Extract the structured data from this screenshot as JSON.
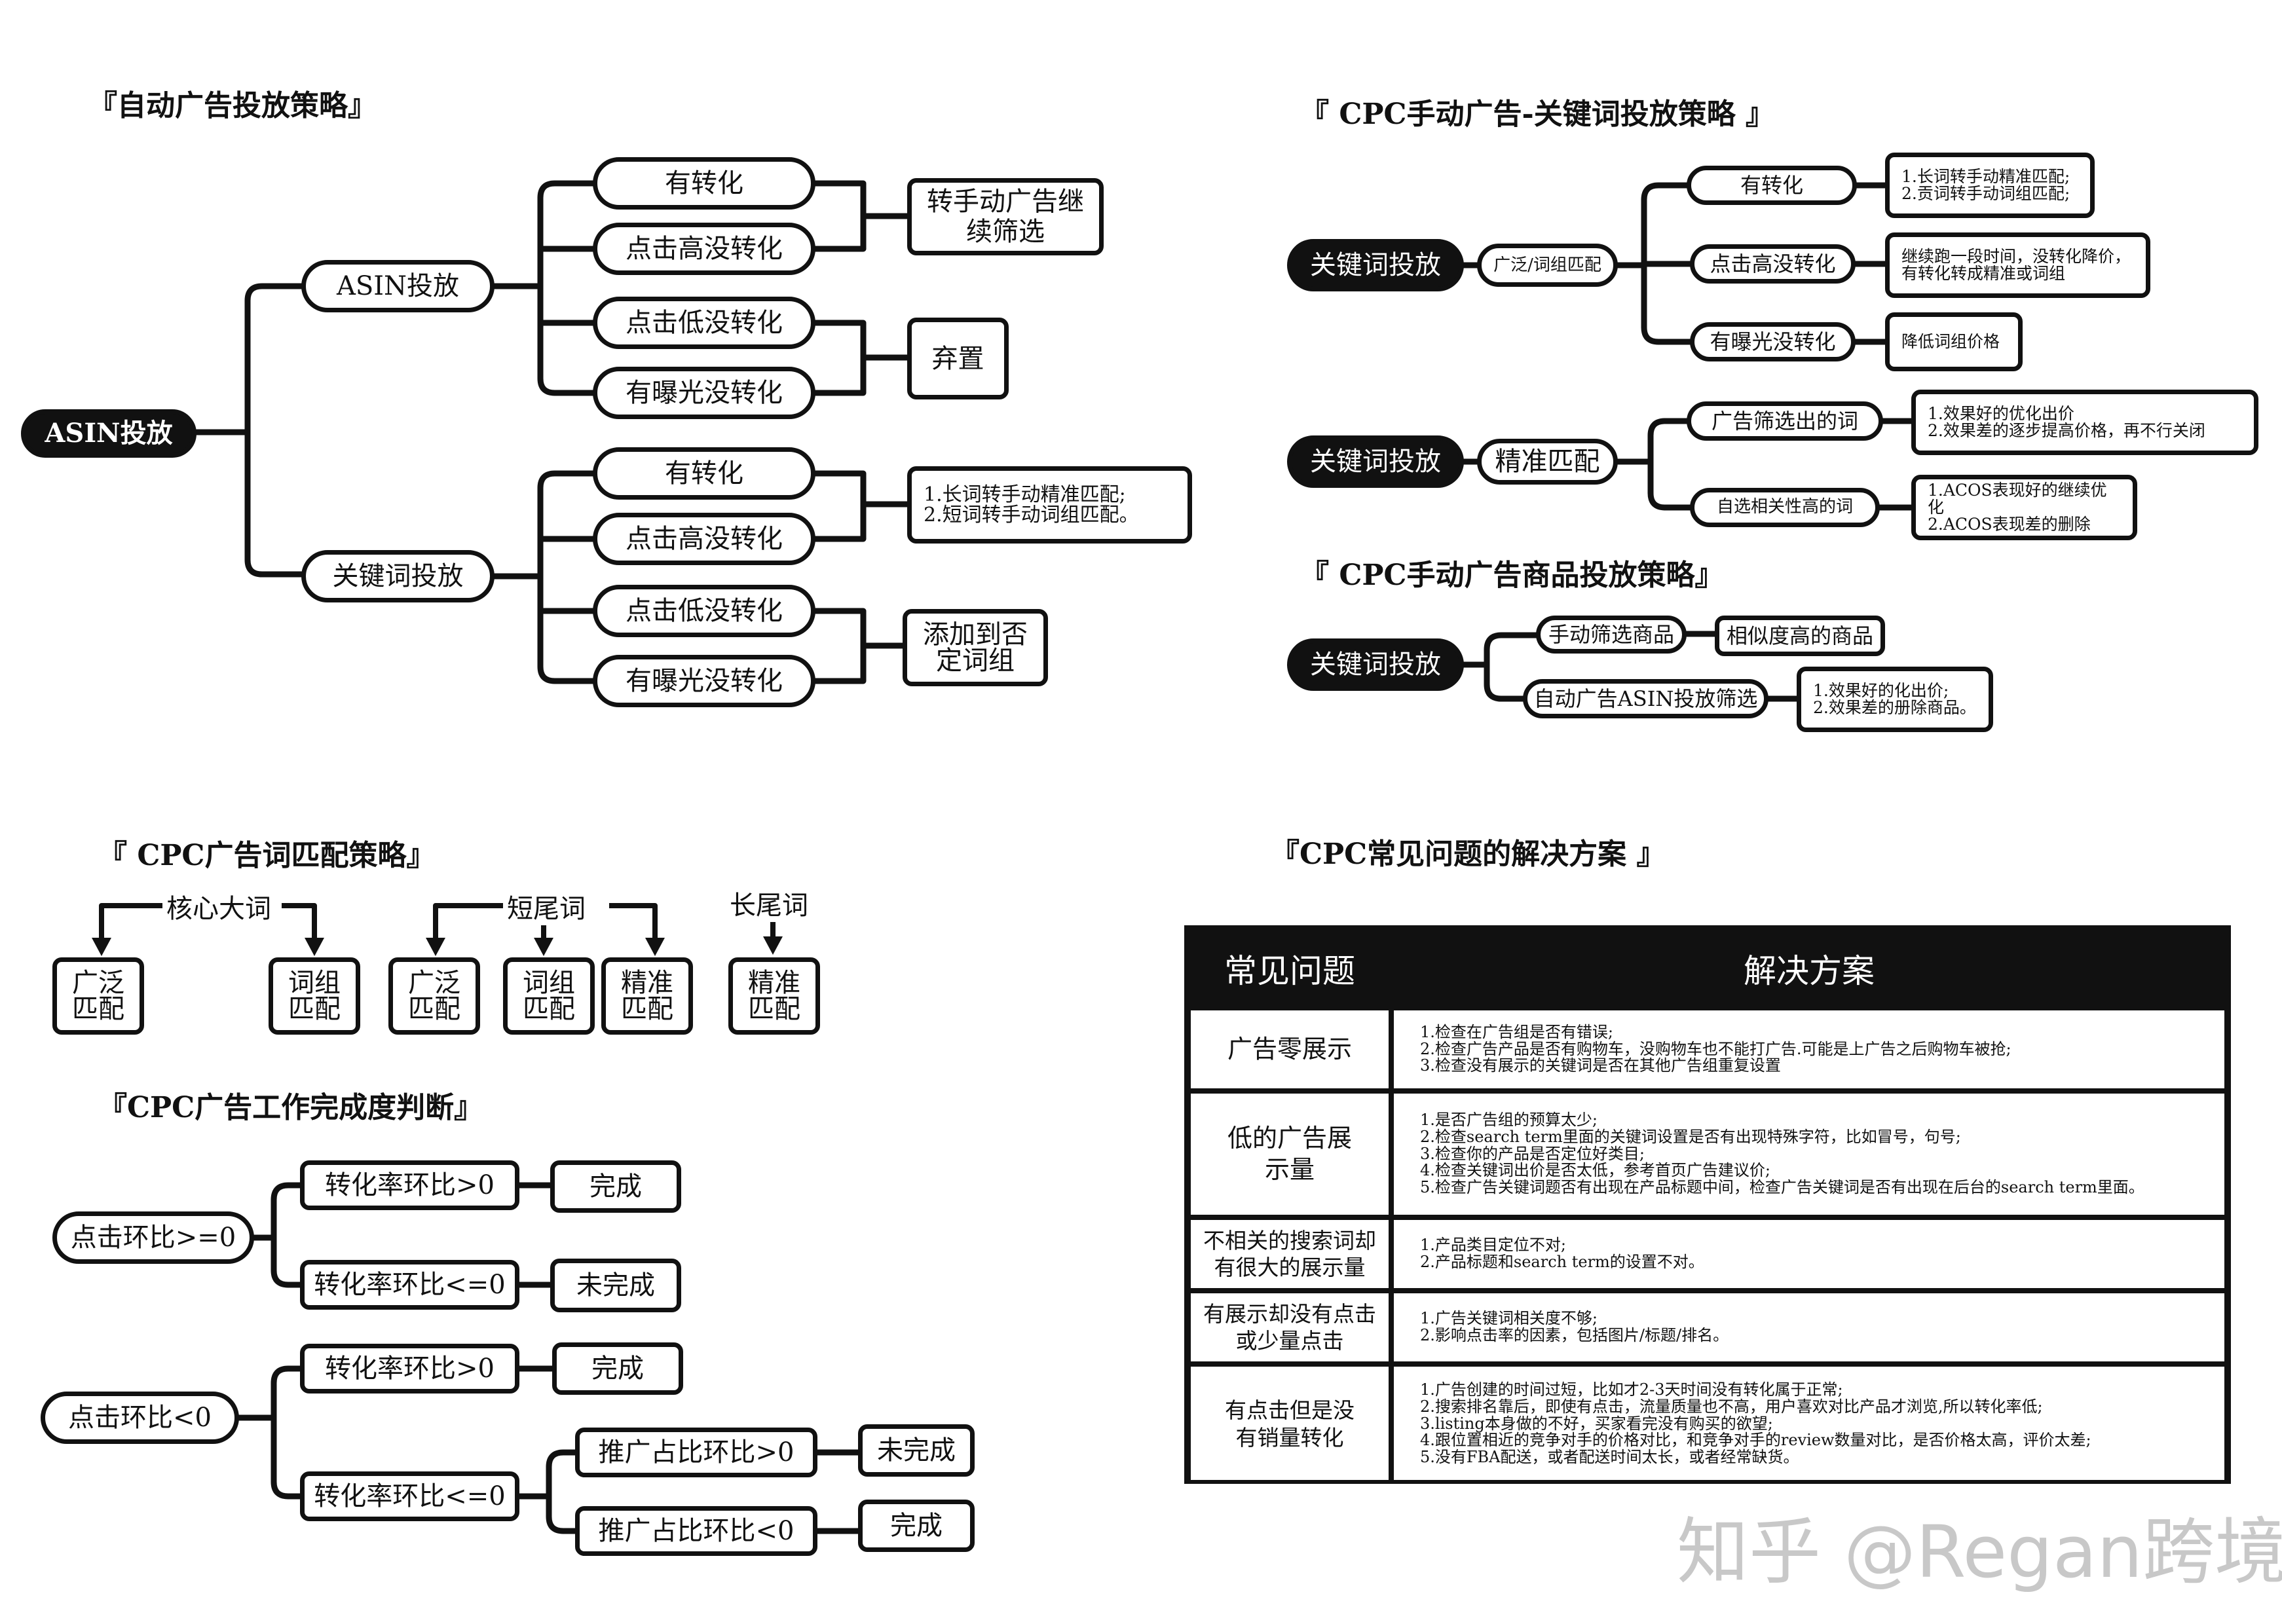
{
  "headers": {
    "auto": "『自动广告投放策略』",
    "kw": "『 CPC手动广告-关键词投放策略 』",
    "prod": "『 CPC手动广告商品投放策略』",
    "match": "『 CPC广告词匹配策略』",
    "done": "『CPC广告工作完成度判断』",
    "issues": "『CPC常见问题的解决方案 』"
  },
  "auto": {
    "root": "ASIN投放",
    "asin": "ASIN投放",
    "kw": "关键词投放",
    "has_conv": "有转化",
    "high_click": "点击高没转化",
    "low_click": "点击低没转化",
    "exposure": "有曝光没转化",
    "to_manual": "转手动广告继续筛选",
    "abandon": "弃置",
    "kw_note": [
      "1.长词转手动精准匹配;",
      "2.短词转手动词组匹配。"
    ],
    "negative": "添加到否定词组"
  },
  "kw": {
    "root1": "关键词投放",
    "broad": "广泛/词组匹配",
    "has_conv": "有转化",
    "high_click": "点击高没转化",
    "exposure": "有曝光没转化",
    "note1": [
      "1.长词转手动精准匹配;",
      "2.贡词转手动词组匹配;"
    ],
    "note2": [
      "继续跑一段时间，没转化降价，",
      "有转化转成精准或词组"
    ],
    "note3": "降低词组价格",
    "root2": "关键词投放",
    "exact": "精准匹配",
    "filtered": "广告筛选出的词",
    "chosen": "自选相关性高的词",
    "note4": [
      "1.效果好的优化出价",
      "2.效果差的逐步提高价格，再不行关闭"
    ],
    "note5": [
      "1.ACOS表现好的继续优化",
      "2.ACOS表现差的删除"
    ]
  },
  "prod": {
    "root": "关键词投放",
    "manual": "手动筛选商品",
    "similar": "相似度高的商品",
    "auto": "自动广告ASIN投放筛选",
    "note": [
      "1.效果好的化出价;",
      "2.效果差的册除商品。"
    ]
  },
  "match": {
    "core": "核心大词",
    "short": "短尾词",
    "long": "长尾词",
    "broad": "广泛匹配",
    "phrase": "词组匹配",
    "exact": "精准匹配"
  },
  "done": {
    "ctr_ge": "点击环比>=0",
    "ctr_lt": "点击环比<0",
    "cvr_gt": "转化率环比>0",
    "cvr_le": "转化率环比<=0",
    "complete": "完成",
    "incomplete": "未完成",
    "share_gt": "推广占比环比>0",
    "share_lt": "推广占比环比<0"
  },
  "issues": {
    "col_problem": "常见问题",
    "col_solution": "解决方案",
    "rows": [
      {
        "q": "广告零展示",
        "a": [
          "1.检查在广告组是否有错误;",
          "2.检查广告产品是否有购物车，没购物车也不能打广告.可能是上广告之后购物车被抢;",
          "3.检查没有展示的关键词是否在其他广告组重复设置"
        ]
      },
      {
        "q": "低的广告展示量",
        "a": [
          "1.是否广告组的预算太少;",
          "2.检查search term里面的关键词设置是否有出现特殊字符，比如冒号，句号;",
          "3.检查你的产品是否定位好类目;",
          "4.检查关键词出价是否太低，参考首页广告建议价;",
          "5.检查广告关键词题否有出现在产品标题中间，检查广告关键词是否有出现在后台的search term里面。"
        ]
      },
      {
        "q": "不相关的搜索词却有很大的展示量",
        "a": [
          "1.产品类目定位不对;",
          "2.产品标题和search term的设置不对。"
        ]
      },
      {
        "q": "有展示却没有点击或少量点击",
        "a": [
          "1.广告关键词相关度不够;",
          "2.影响点击率的因素，包括图片/标题/排名。"
        ]
      },
      {
        "q": "有点击但是没有销量转化",
        "a": [
          "1.广告创建的时间过短，比如才2-3天时间没有转化属于正常;",
          "2.搜索排名靠后，即使有点击，流量质量也不高，用户喜欢对比产品才浏览,所以转化率低;",
          "3.listing本身做的不好，买家看完没有购买的欲望;",
          "4.跟位置相近的竞争对手的价格对比，和竞争对手的review数量对比，是否价格太高，评价太差;",
          "5.没有FBA配送，或者配送时间太长，或者经常缺货。"
        ]
      }
    ]
  },
  "watermark": "知乎 @Regan跨境"
}
